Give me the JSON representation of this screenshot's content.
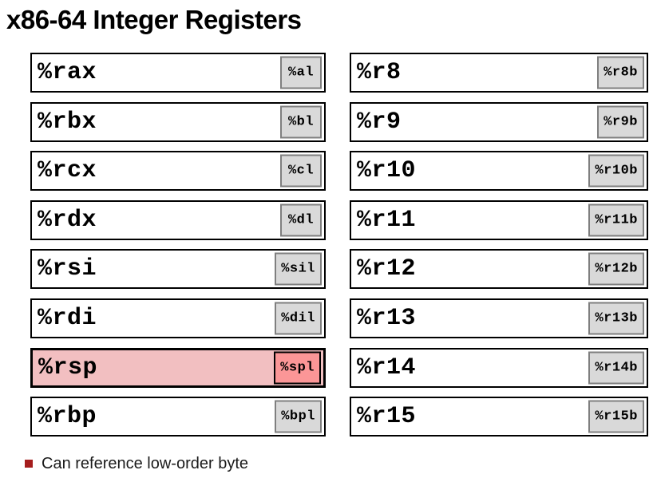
{
  "title": "x86-64 Integer Registers",
  "registers": {
    "left": [
      {
        "name": "%rax",
        "low_byte": "%al",
        "highlight": false
      },
      {
        "name": "%rbx",
        "low_byte": "%bl",
        "highlight": false
      },
      {
        "name": "%rcx",
        "low_byte": "%cl",
        "highlight": false
      },
      {
        "name": "%rdx",
        "low_byte": "%dl",
        "highlight": false
      },
      {
        "name": "%rsi",
        "low_byte": "%sil",
        "highlight": false
      },
      {
        "name": "%rdi",
        "low_byte": "%dil",
        "highlight": false
      },
      {
        "name": "%rsp",
        "low_byte": "%spl",
        "highlight": true
      },
      {
        "name": "%rbp",
        "low_byte": "%bpl",
        "highlight": false
      }
    ],
    "right": [
      {
        "name": "%r8",
        "low_byte": "%r8b",
        "highlight": false
      },
      {
        "name": "%r9",
        "low_byte": "%r9b",
        "highlight": false
      },
      {
        "name": "%r10",
        "low_byte": "%r10b",
        "highlight": false
      },
      {
        "name": "%r11",
        "low_byte": "%r11b",
        "highlight": false
      },
      {
        "name": "%r12",
        "low_byte": "%r12b",
        "highlight": false
      },
      {
        "name": "%r13",
        "low_byte": "%r13b",
        "highlight": false
      },
      {
        "name": "%r14",
        "low_byte": "%r14b",
        "highlight": false
      },
      {
        "name": "%r15",
        "low_byte": "%r15b",
        "highlight": false
      }
    ]
  },
  "footnote": {
    "text": "Can reference low-order byte"
  },
  "colors": {
    "box_border": "#000000",
    "chip_bg": "#d9d9d9",
    "chip_border": "#7f7f7f",
    "highlight_row_bg": "#f2bfc1",
    "highlight_chip_bg": "#fb9697",
    "highlight_chip_border": "#000000",
    "bullet": "#a51d1d"
  }
}
